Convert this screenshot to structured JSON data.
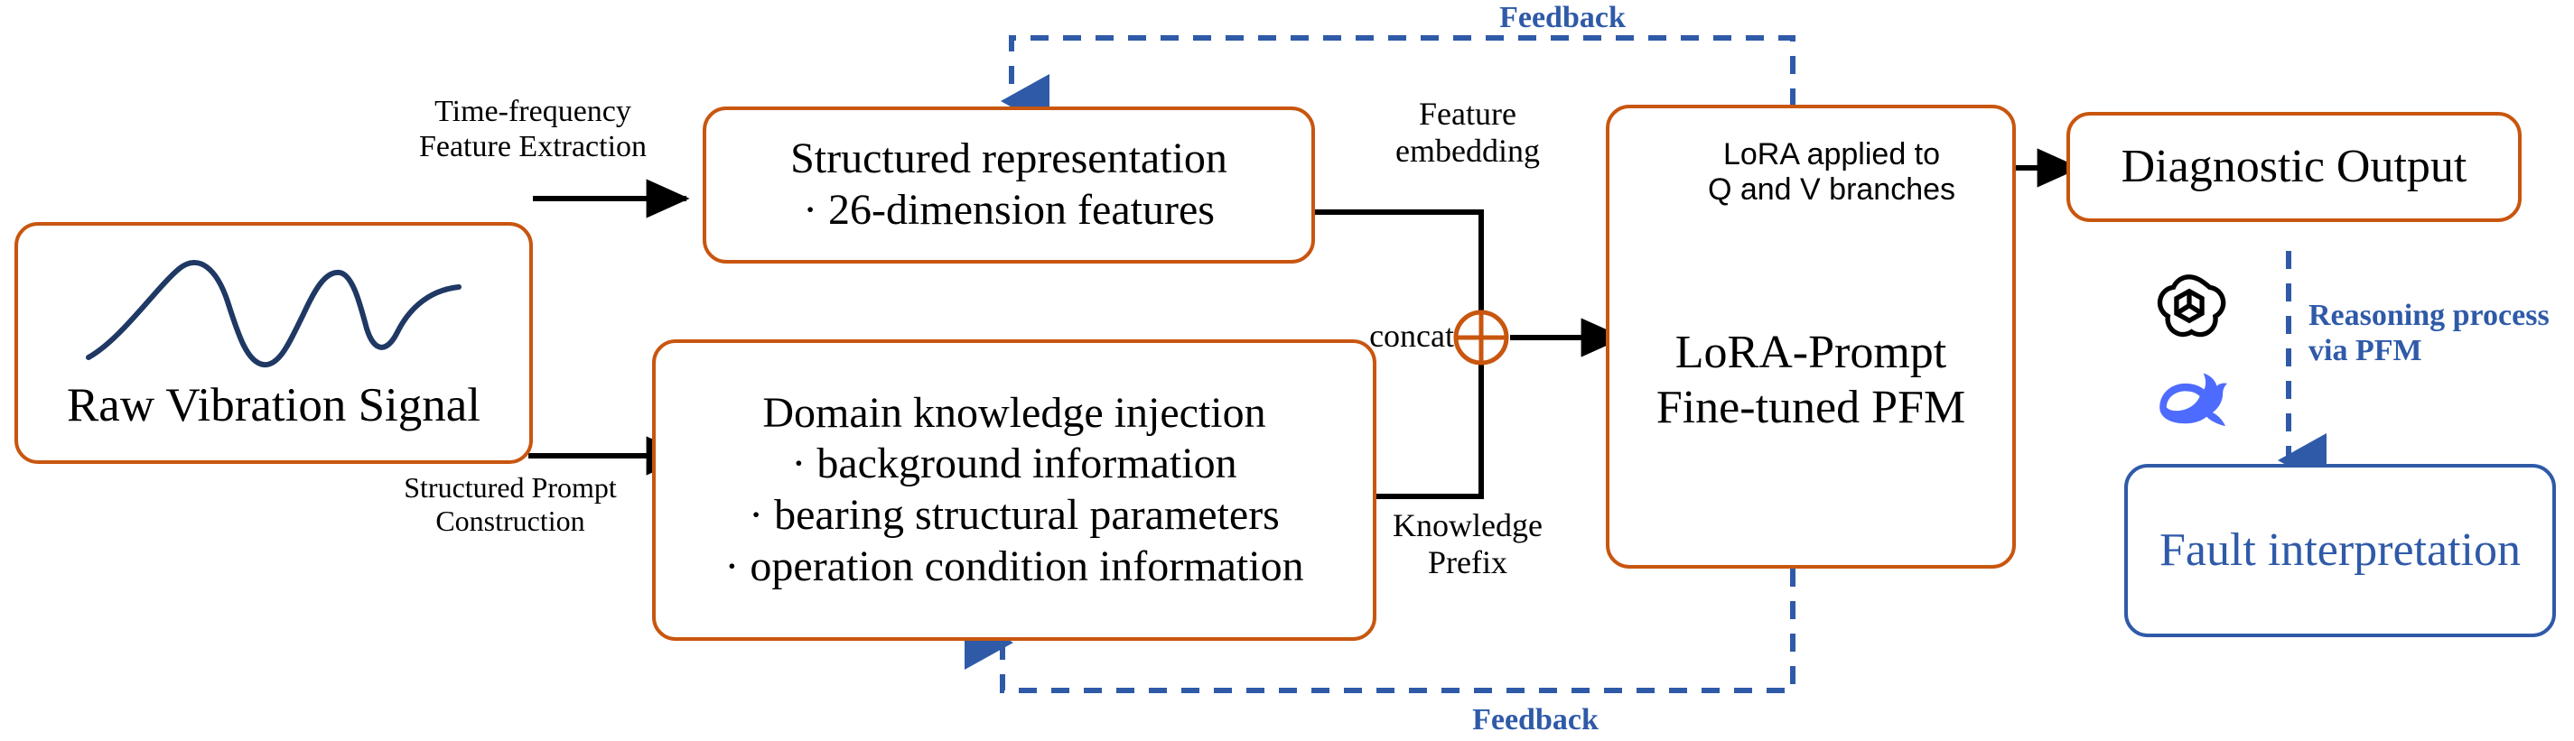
{
  "diagram": {
    "title": "LoRA-Prompt fine-tuned PFM bearing fault diagnosis pipeline",
    "colors": {
      "box_border_orange": "#c8560f",
      "box_border_blue": "#2f5aa8",
      "feedback_blue": "#2f5aa8",
      "waveform_navy": "#1f3864",
      "arrow_black": "#000000",
      "deepseek_blue": "#4d6bfe",
      "openai_black": "#000000"
    },
    "nodes": {
      "raw_signal": {
        "label": "Raw Vibration Signal",
        "icon": "waveform-icon"
      },
      "structured_representation": {
        "line1": "Structured representation",
        "line2": "· 26-dimension features"
      },
      "domain_knowledge": {
        "line1": "Domain knowledge injection",
        "line2": "· background information",
        "line3": "· bearing structural parameters",
        "line4": "· operation condition information"
      },
      "pfm": {
        "line1": "LoRA-Prompt",
        "line2": "Fine-tuned PFM"
      },
      "diagnostic_output": {
        "label": "Diagnostic Output"
      },
      "fault_interpretation": {
        "label": "Fault interpretation"
      }
    },
    "edge_labels": {
      "time_frequency": "Time-frequency\nFeature Extraction",
      "structured_prompt": "Structured Prompt\nConstruction",
      "feature_embedding": "Feature\nembedding",
      "knowledge_prefix": "Knowledge\nPrefix",
      "concat": "concat",
      "lora_applied": "LoRA applied to\nQ and V branches",
      "reasoning": "Reasoning process\nvia PFM",
      "feedback_top": "Feedback",
      "feedback_bottom": "Feedback"
    },
    "icons": {
      "concat_symbol": "circled-plus-icon",
      "openai_logo": "openai-logo-icon",
      "deepseek_logo": "deepseek-whale-logo-icon"
    }
  }
}
